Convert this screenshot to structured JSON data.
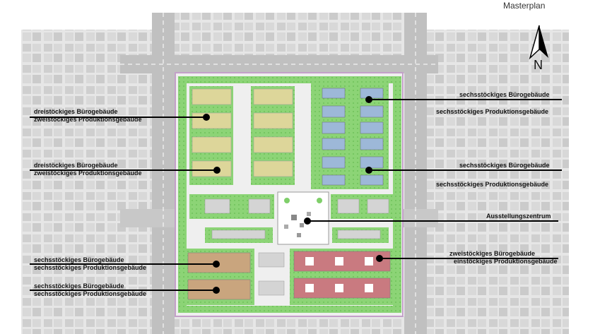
{
  "title": "Masterplan",
  "north_label": "N",
  "labels": {
    "l1_line1": "dreistöckiges Bürogebäude",
    "l1_line2": "zweistöckiges Produktionsgebäude",
    "l2_line1": "dreistöckiges Bürogebäude",
    "l2_line2": "zweistöckiges Produktionsgebäude",
    "l3_line1": "sechsstöckiges Bürogebäude",
    "l3_line2": "sechsstöckiges Produktionsgebäude",
    "l4_line1": "sechsstöckiges Bürogebäude",
    "l4_line2": "sechsstöckiges Produktionsgebäude",
    "r1_line1": "sechsstöckiges Bürogebäude",
    "r1_line2": "sechsstöckiges Produktionsgebäude",
    "r2_line1": "sechsstöckiges Bürogebäude",
    "r2_line2": "sechsstöckiges Produktionsgebäude",
    "r3_line1": "Ausstellungszentrum",
    "r4_line1": "zweistöckiges Bürogebäude",
    "r4_line2": "einstöckiges Produktionsgebäude"
  },
  "colors": {
    "context_block": "#d6d6d6",
    "road": "#c4c4c4",
    "site_border": "#c3a0c8",
    "green": "#7fcf6a",
    "office_low": "#ddd69a",
    "production_tall": "#c9a57e",
    "office_tall": "#9db8d8",
    "production_low": "#c97a80",
    "exhibition": "#ffffff"
  }
}
